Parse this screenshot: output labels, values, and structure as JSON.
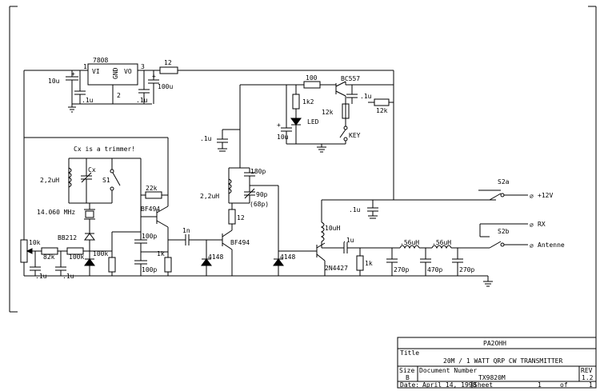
{
  "labels": {
    "u_7808": "7808",
    "pin1": "1",
    "pin3": "3",
    "pin2": "2",
    "vi": "VI",
    "vo": "VO",
    "gnd": "GND",
    "r12_top": "12",
    "c10u_left": "10u",
    "c1u_a": ".1u",
    "c1u_b": ".1u",
    "c100u": "100u",
    "r100": "100",
    "q_bc557": "BC557",
    "c1u_c": ".1u",
    "r1k2": "1k2",
    "r12k_a": "12k",
    "r12k_b": "12k",
    "led": "LED",
    "key": "KEY",
    "c1u_d": ".1u",
    "c10u_mid": "10u",
    "note_cx": "Cx is a trimmer!",
    "l22uh_a": "2,2uH",
    "cx": "Cx",
    "s1": "S1",
    "r22k": "22k",
    "xtal": "14.060 MHz",
    "q_bf494_a": "BF494",
    "c100p_a": "100p",
    "c100p_b": "100p",
    "r1k_a": "1k",
    "c1n": "1n",
    "q_bf494_b": "BF494",
    "d4148_a": "4148",
    "r12_mid": "12",
    "c180p": "180p",
    "l22uh_b": "2,2uH",
    "c90p": "90p",
    "c68p": "(68p)",
    "r10k": "10k",
    "bb212": "BB212",
    "r82k": "82k",
    "r100k_a": "100k",
    "r100k_b": "100k",
    "c1u_e": ".1u",
    "c1u_f": ".1u",
    "d4148_b": "4148",
    "s2a": "S2a",
    "p12v": "+12V",
    "c1u_g": ".1u",
    "l10uh": "10uH",
    "rx": "RX",
    "s2b": "S2b",
    "c1u_h": ".1u",
    "l56uh_a": ".56uH",
    "l56uh_b": ".56uH",
    "antenne": "Antenne",
    "r1k_b": "1k",
    "q_2n4427": "2N4427",
    "c270p_a": "270p",
    "c470p": "470p",
    "c270p_b": "270p"
  },
  "title_block": {
    "company": "PA2OHH",
    "title_label": "Title",
    "title": "20M / 1 WATT QRP CW TRANSMITTER",
    "size_label": "Size",
    "size": "B",
    "docnum_label": "Document Number",
    "docnum": "TX9820M",
    "rev_label": "REV",
    "rev": "1.2",
    "date_label": "Date:",
    "date": "April 14, 1998",
    "sheet_label": "Sheet",
    "sheet": "1",
    "of_label": "of",
    "sheets": "1"
  }
}
